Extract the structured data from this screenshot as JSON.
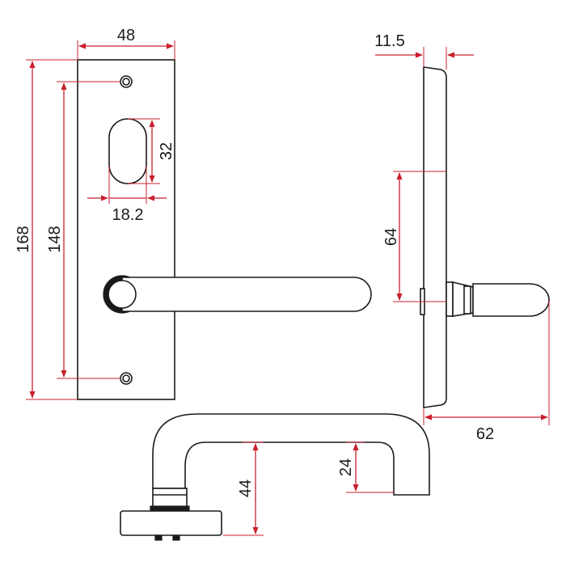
{
  "dimensions": {
    "plate_width": "48",
    "plate_height": "168",
    "screw_spacing": "148",
    "slot_height": "32",
    "slot_width": "18.2",
    "plate_thickness": "11.5",
    "lever_offset": "64",
    "lever_projection": "62",
    "lever_height": "44",
    "grip_height": "24"
  },
  "colors": {
    "dimension": "#c8202f",
    "outline": "#1a1a1a"
  }
}
